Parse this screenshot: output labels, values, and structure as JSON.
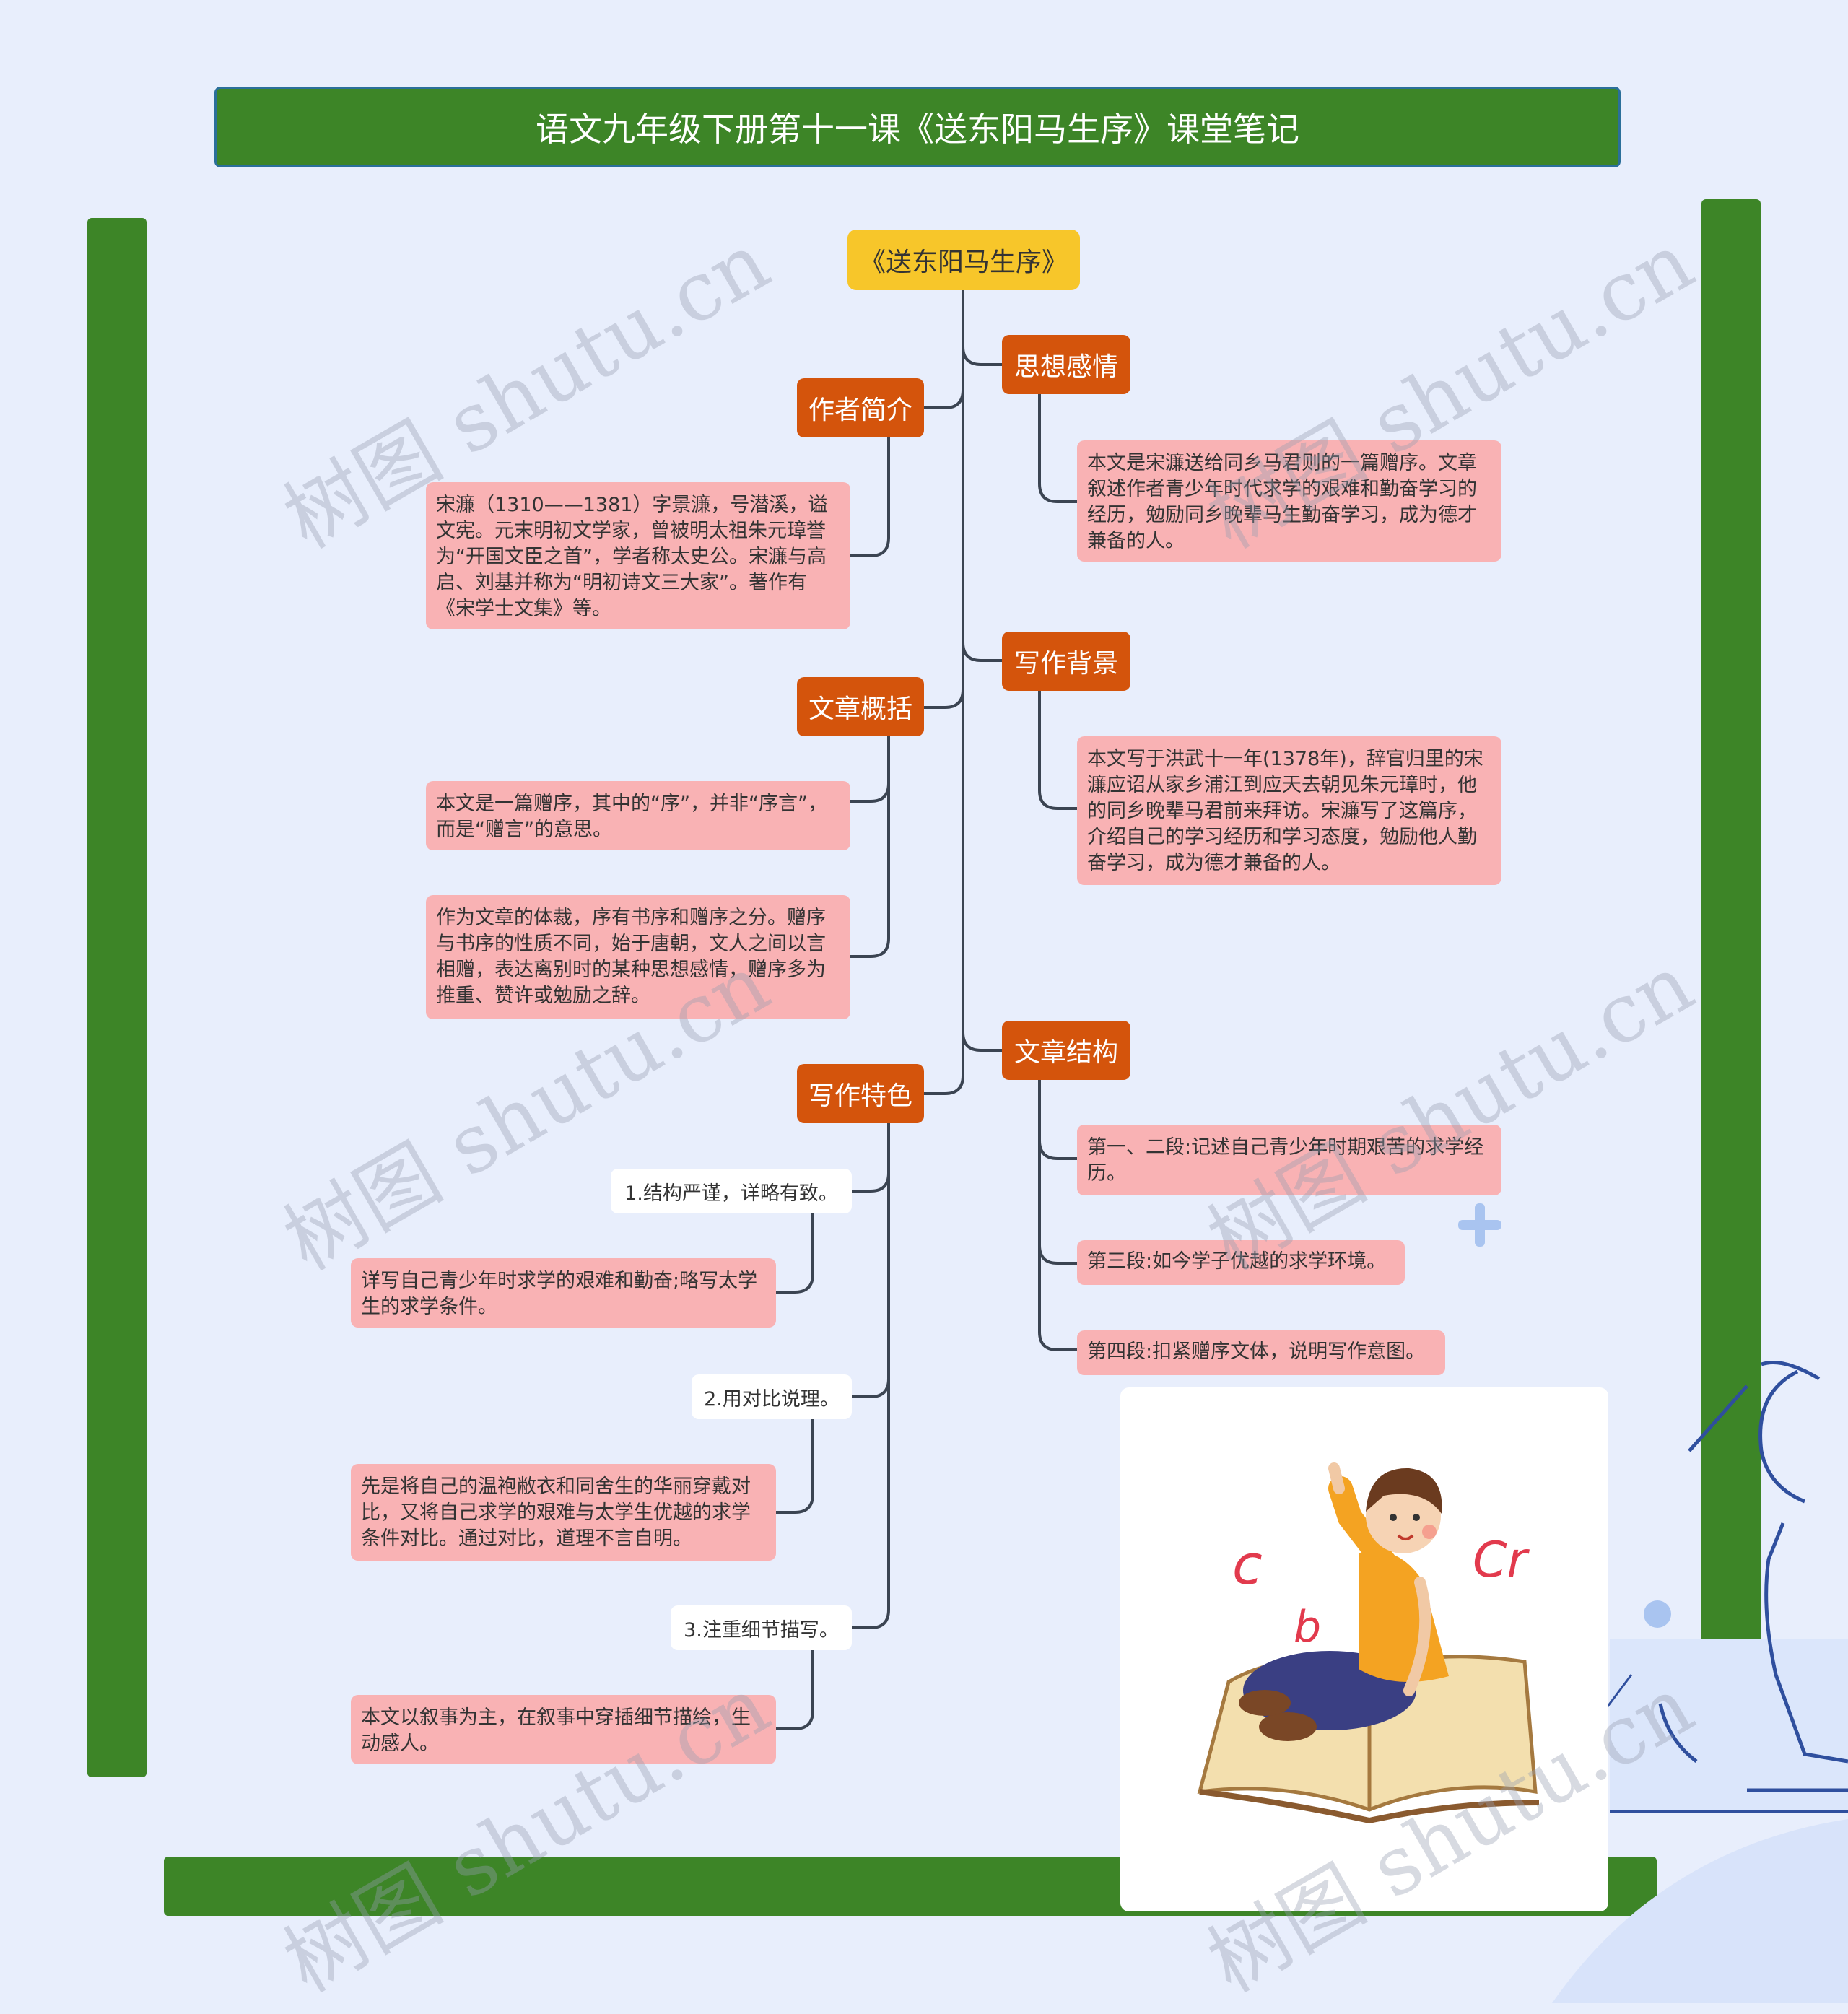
{
  "title": "语文九年级下册第十一课《送东阳马生序》课堂笔记",
  "root": "《送东阳马生序》",
  "topics": {
    "author": "作者简介",
    "summary": "文章概括",
    "features": "写作特色",
    "emotion": "思想感情",
    "background": "写作背景",
    "structure": "文章结构"
  },
  "leaves": {
    "author_text": "宋濂（1310——1381）字景濂，号潜溪，谥文宪。元末明初文学家，曾被明太祖朱元璋誉为“开国文臣之首”，学者称太史公。宋濂与高启、刘基并称为“明初诗文三大家”。著作有《宋学士文集》等。",
    "summary_1": "本文是一篇赠序，其中的“序”，并非“序言”，而是“赠言”的意思。",
    "summary_2": "作为文章的体裁，序有书序和赠序之分。赠序与书序的性质不同，始于唐朝，文人之间以言相赠，表达离别时的某种思想感情，赠序多为推重、赞许或勉励之辞。",
    "feature_1": "1.结构严谨，详略有致。",
    "feature_1_detail": "详写自己青少年时求学的艰难和勤奋;略写太学生的求学条件。",
    "feature_2": "2.用对比说理。",
    "feature_2_detail": "先是将自己的温袍敝衣和同舍生的华丽穿戴对比，又将自己求学的艰难与太学生优越的求学条件对比。通过对比，道理不言自明。",
    "feature_3": "3.注重细节描写。",
    "feature_3_detail": "本文以叙事为主，在叙事中穿插细节描绘，生动感人。",
    "emotion_text": "本文是宋濂送给同乡马君则的一篇赠序。文章叙述作者青少年时代求学的艰难和勤奋学习的经历，勉励同乡晚辈马生勤奋学习，成为德才兼备的人。",
    "background_text": "本文写于洪武十一年(1378年)，辞官归里的宋濂应诏从家乡浦江到应天去朝见朱元璋时，他的同乡晚辈马君前来拜访。宋濂写了这篇序，介绍自己的学习经历和学习态度，勉励他人勤奋学习，成为德才兼备的人。",
    "structure_1": "第一、二段:记述自己青少年时期艰苦的求学经历。",
    "structure_2": "第三段:如今学子优越的求学环境。",
    "structure_3": "第四段:扣紧赠序文体，说明写作意图。"
  },
  "illustration": {
    "letters": [
      "c",
      "b",
      "Cr"
    ]
  },
  "watermark": "树图 shutu.cn",
  "colors": {
    "background": "#e8eefc",
    "frame_green": "#3d8527",
    "root_yellow": "#f7c62a",
    "topic_orange": "#d4540c",
    "leaf_pink": "#f9b2b4",
    "connector": "#3b4452"
  }
}
